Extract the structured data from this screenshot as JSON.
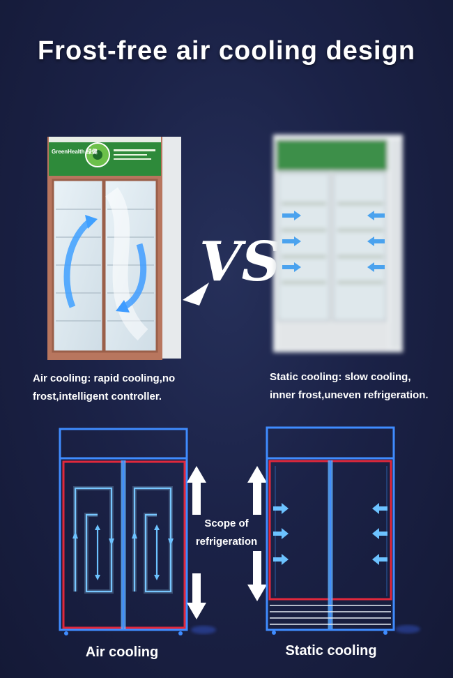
{
  "title": "Frost-free air cooling design",
  "top": {
    "left_brand": "GreenHealth 绿健",
    "vs": "VS",
    "caption_left": [
      "Air cooling: rapid cooling,no",
      "frost,intelligent controller."
    ],
    "caption_right": [
      "Static cooling: slow cooling,",
      "inner frost,uneven refrigeration."
    ]
  },
  "bottom": {
    "scope_label": [
      "Scope of",
      "refrigeration"
    ],
    "label_left": "Air cooling",
    "label_right": "Static cooling"
  },
  "colors": {
    "background": "#1b2247",
    "outline_blue": "#3f8cff",
    "scope_red": "#e0283c",
    "airflow": "#7ac8ff",
    "frame_copper": "#b0705a"
  },
  "icons": [
    "up-arrow-icon",
    "down-arrow-icon",
    "airflow-arrow-icon"
  ]
}
